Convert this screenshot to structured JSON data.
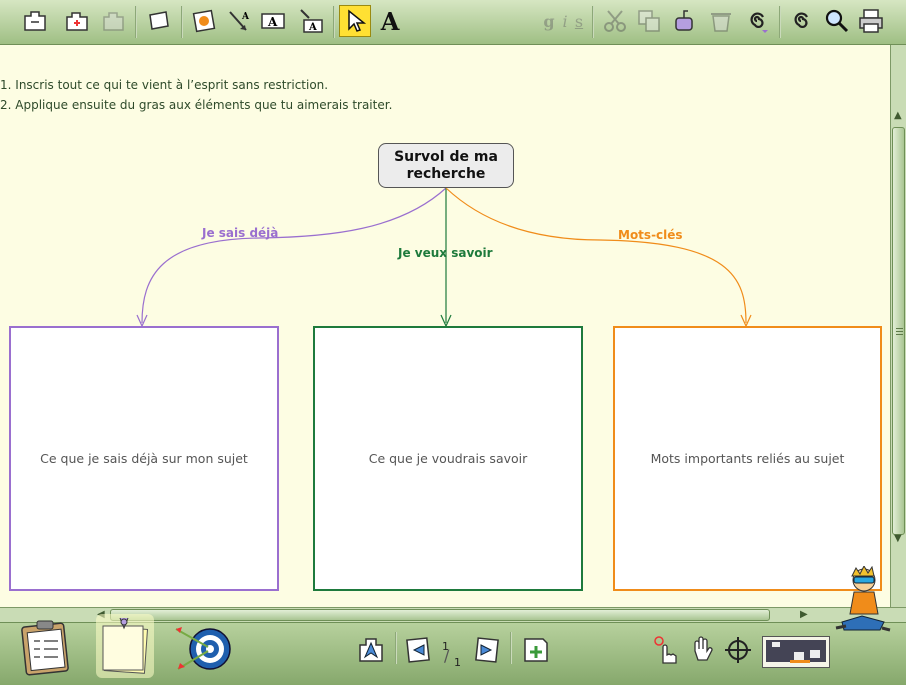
{
  "instructions": [
    {
      "num": "1.",
      "text": "Inscris tout ce qui te vient à l’esprit sans restriction."
    },
    {
      "num": "2.",
      "text": "Applique ensuite du gras aux éléments que tu aimerais traiter."
    }
  ],
  "root": {
    "label": "Survol de ma recherche"
  },
  "links": [
    {
      "label": "Je sais déjà",
      "color": "#9a6fcf"
    },
    {
      "label": "Je veux savoir",
      "color": "#1e7a3c"
    },
    {
      "label": "Mots-clés",
      "color": "#f08c1a"
    }
  ],
  "boxes": [
    {
      "text": "Ce que je sais déjà sur mon sujet",
      "color": "#9a6fcf"
    },
    {
      "text": "Ce que je voudrais savoir",
      "color": "#1e7a3c"
    },
    {
      "text": "Mots importants reliés au sujet",
      "color": "#f08c1a"
    }
  ],
  "toolbar": {
    "text_tool_glyph": "A",
    "style_bold": "g",
    "style_italic": "i",
    "style_underline": "s"
  },
  "page": {
    "current": "1",
    "total": "1"
  },
  "colors": {
    "toolbar": "#a9c592",
    "canvas": "#fdfde3",
    "active_tool": "#ffe033"
  }
}
